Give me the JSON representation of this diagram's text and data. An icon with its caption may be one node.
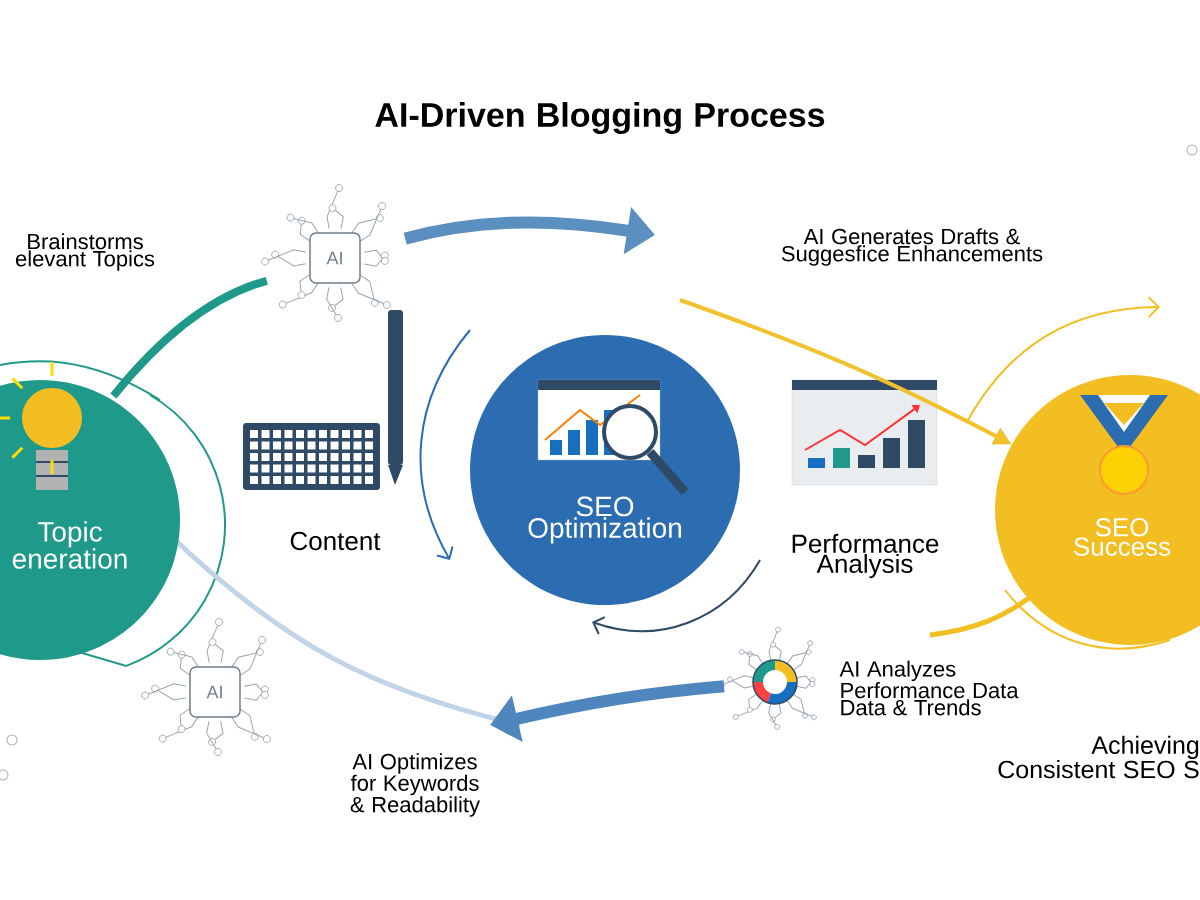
{
  "diagram": {
    "title": "AI-Driven Blogging Process",
    "nodes": [
      {
        "text": [
          "Topic eneration"
        ]
      },
      {
        "text": [
          "AI"
        ]
      },
      {
        "text": [
          "Content"
        ]
      },
      {
        "text": [
          "SEO Optimization"
        ]
      },
      {
        "text": [
          "Performance Analysis"
        ]
      },
      {
        "text": [
          "SEO Success"
        ]
      },
      {
        "text": [
          "AI"
        ]
      },
      {
        "text": [],
        "shape": "picture",
        "beside": [
          "AI Analyzes Performance Data Data & Trends"
        ]
      }
    ],
    "edges": [
      {
        "from": 0,
        "to": 1,
        "arrow": "none",
        "color": "#1f9a8a"
      },
      {
        "from": 1,
        "to": null,
        "arrow": "to",
        "color": "#5b8fc0"
      },
      {
        "from": null,
        "to": 5,
        "arrow": "to",
        "color": "#f2c12e"
      },
      {
        "from": 7,
        "to": null,
        "arrow": "to",
        "color": "#4f86bd"
      }
    ],
    "labels": [
      "Brainstorms elevant Topics",
      "AI Generates Drafts & Suggesfice Enhancements",
      "AI Optimizes for Keywords & Readability",
      "Achieving Consistent SEO S"
    ]
  }
}
